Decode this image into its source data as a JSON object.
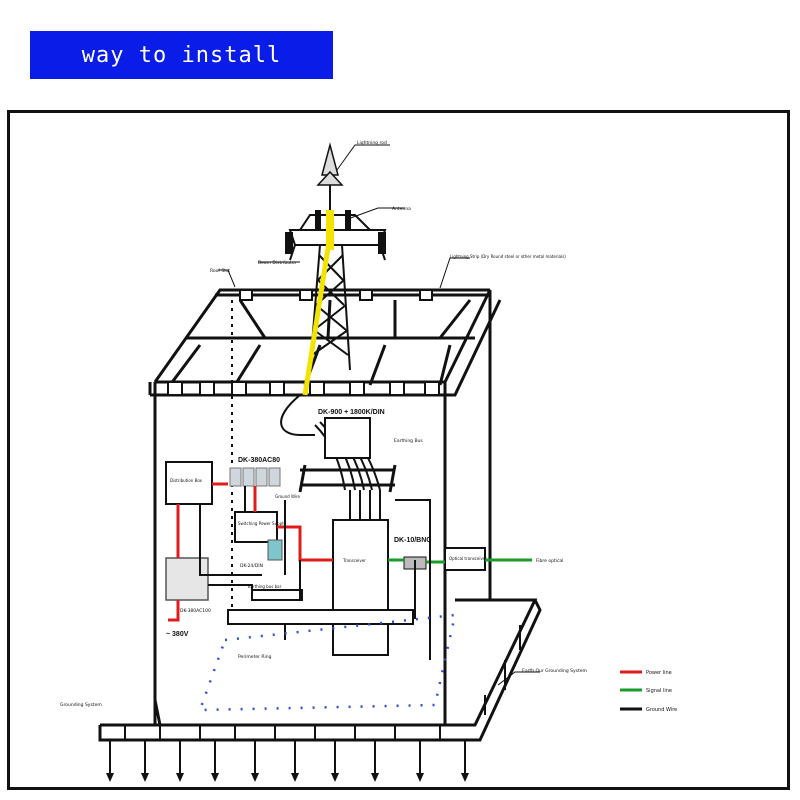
{
  "header": {
    "title": "way to install"
  },
  "labels": {
    "lightning_rod": "Lightning rod",
    "antenna": "Antenna",
    "beam_distributor": "Beam Distributor",
    "roof_slot": "Roof Slot",
    "lightning_strip": "Lightning Strip (Dry Round steel or other metal materials)",
    "dk_top": "DK-900 + 1800K/DIN",
    "earth_bar": "Earthing Bus",
    "dk_380": "DK-380AC80",
    "distribution_box": "Distribution Box",
    "ground_wire": "Ground Wire",
    "switching_power": "Switching Power Supply",
    "dk_24": "DK-24/DIN",
    "dk_10": "DK-10/BNC",
    "optical_transceiver": "Optical transceiver",
    "fiber_optical": "Fibre optical",
    "transceiver": "Transceiver",
    "dk_380_bottom": "DK-380AC100",
    "voltage": "~ 380V",
    "earthing_busbar": "Earthing bus bar",
    "perimeter_ring": "Perimeter Ring",
    "earth_grounding": "Earth Our Grounding System",
    "grounding_system": "Grounding System"
  },
  "legend": [
    {
      "label": "Power line",
      "color": "#e01b1b"
    },
    {
      "label": "Signal line",
      "color": "#1a9b2a"
    },
    {
      "label": "Ground Wire",
      "color": "#111111"
    }
  ]
}
